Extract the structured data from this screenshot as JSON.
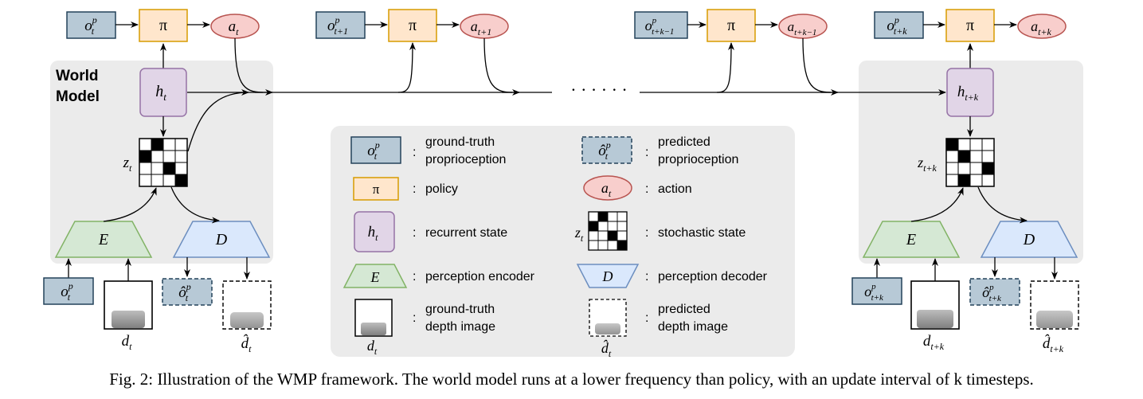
{
  "world_model": {
    "title_line1": "World",
    "title_line2": "Model"
  },
  "dots": "· · · · · ·",
  "steps": [
    {
      "obs": {
        "base": "o",
        "sup": "p",
        "sub": "t"
      },
      "policy": "π",
      "action": {
        "base": "a",
        "sub": "t"
      }
    },
    {
      "obs": {
        "base": "o",
        "sup": "p",
        "sub": "t+1"
      },
      "policy": "π",
      "action": {
        "base": "a",
        "sub": "t+1"
      }
    },
    {
      "obs": {
        "base": "o",
        "sup": "p",
        "sub": "t+k−1"
      },
      "policy": "π",
      "action": {
        "base": "a",
        "sub": "t+k−1"
      }
    },
    {
      "obs": {
        "base": "o",
        "sup": "p",
        "sub": "t+k"
      },
      "policy": "π",
      "action": {
        "base": "a",
        "sub": "t+k"
      }
    }
  ],
  "left_block": {
    "h": {
      "base": "h",
      "sub": "t"
    },
    "z": {
      "base": "z",
      "sub": "t"
    },
    "encoder": "E",
    "decoder": "D",
    "obs_in": {
      "base": "o",
      "sup": "p",
      "sub": "t"
    },
    "obs_pred": {
      "base": "ô",
      "sup": "p",
      "sub": "t"
    },
    "depth_in": {
      "base": "d",
      "sub": "t"
    },
    "depth_pred": {
      "base": "d̂",
      "sub": "t"
    }
  },
  "right_block": {
    "h": {
      "base": "h",
      "sub": "t+k"
    },
    "z": {
      "base": "z",
      "sub": "t+k"
    },
    "encoder": "E",
    "decoder": "D",
    "obs_in": {
      "base": "o",
      "sup": "p",
      "sub": "t+k"
    },
    "obs_pred": {
      "base": "ô",
      "sup": "p",
      "sub": "t+k"
    },
    "depth_in": {
      "base": "d",
      "sub": "t+k"
    },
    "depth_pred": {
      "base": "d̂",
      "sub": "t+k"
    }
  },
  "legend": {
    "colon": ":",
    "gt_proprio": {
      "sym_base": "o",
      "sym_sup": "p",
      "sym_sub": "t",
      "line1": "ground-truth",
      "line2": "proprioception"
    },
    "pred_proprio": {
      "sym_base": "ô",
      "sym_sup": "p",
      "sym_sub": "t",
      "line1": "predicted",
      "line2": "proprioception"
    },
    "policy": {
      "sym": "π",
      "text": "policy"
    },
    "action": {
      "sym_base": "a",
      "sym_sub": "t",
      "text": "action"
    },
    "recurrent": {
      "sym_base": "h",
      "sym_sub": "t",
      "text": "recurrent state"
    },
    "stochastic": {
      "sym_base": "z",
      "sym_sub": "t",
      "text": "stochastic state"
    },
    "encoder": {
      "sym": "E",
      "text": "perception encoder"
    },
    "decoder": {
      "sym": "D",
      "text": "perception decoder"
    },
    "gt_depth": {
      "sym_base": "d",
      "sym_sub": "t",
      "line1": "ground-truth",
      "line2": "depth image"
    },
    "pred_depth": {
      "sym_base": "d̂",
      "sym_sub": "t",
      "line1": "predicted",
      "line2": "depth image"
    }
  },
  "caption": "Fig. 2: Illustration of the WMP framework. The world model runs at a lower frequency than policy, with an update interval of k timesteps.",
  "colors": {
    "obs_fill": "#b7c9d6",
    "obs_stroke": "#24425a",
    "policy_fill": "#ffe6cc",
    "policy_stroke": "#d79b00",
    "action_fill": "#f8cecc",
    "action_stroke": "#b85450",
    "hidden_fill": "#e1d5e7",
    "hidden_stroke": "#9673a6",
    "enc_fill": "#d5e8d4",
    "enc_stroke": "#82b366",
    "dec_fill": "#dae8fc",
    "dec_stroke": "#6c8ebf",
    "panel": "#ebebeb"
  }
}
